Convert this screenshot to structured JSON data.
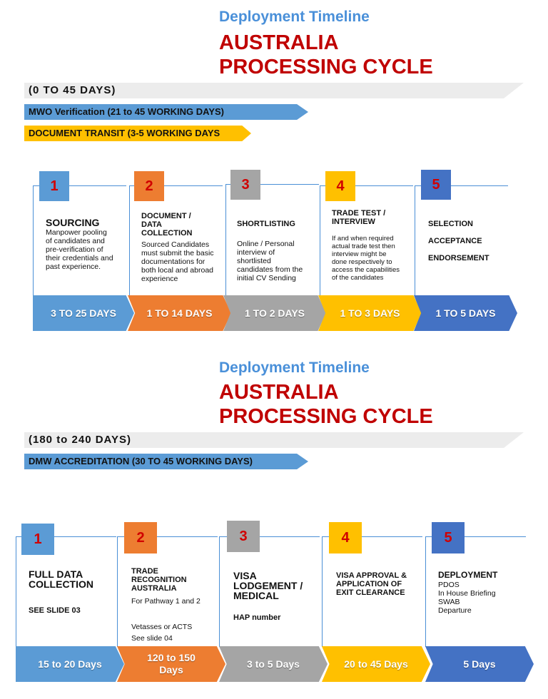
{
  "colors": {
    "blue": "#5b9bd5",
    "orange": "#ed7d31",
    "gray": "#a5a5a5",
    "yellow": "#ffc000",
    "darkblue": "#4472c4",
    "title_blue": "#4a90d9",
    "title_red": "#c00000"
  },
  "top": {
    "kicker": "Deployment Timeline",
    "title_line1": "AUSTRALIA",
    "title_line2": "PROCESSING CYCLE",
    "range": "(0 TO 45 DAYS)",
    "bar1": "MWO Verification (21 to 45 WORKING DAYS)",
    "bar2": "DOCUMENT TRANSIT (3-5 WORKING DAYS",
    "steps": [
      {
        "num": "1",
        "title": "SOURCING",
        "desc": "Manpower pooling of candidates and pre-verification of their credentials and past experience.",
        "days": "3 TO 25 DAYS"
      },
      {
        "num": "2",
        "title": "DOCUMENT / DATA COLLECTION",
        "desc": "Sourced Candidates must submit the basic documentations for both local and abroad experience",
        "days": "1 TO 14 DAYS"
      },
      {
        "num": "3",
        "title": "SHORTLISTING",
        "desc": "Online / Personal interview of shortlisted candidates from the initial CV Sending",
        "days": "1 TO 2 DAYS"
      },
      {
        "num": "4",
        "title": "TRADE TEST / INTERVIEW",
        "desc": "If and when required actual trade test then interview might be done respectively to access the capabilities of the candidates",
        "days": "1 TO 3 DAYS"
      },
      {
        "num": "5",
        "title1": "SELECTION",
        "title2": "ACCEPTANCE",
        "title3": "ENDORSEMENT",
        "days": "1 TO 5 DAYS"
      }
    ]
  },
  "bottom": {
    "kicker": "Deployment Timeline",
    "title_line1": "AUSTRALIA",
    "title_line2": "PROCESSING CYCLE",
    "range": "(180 to 240 DAYS)",
    "bar1": "DMW ACCREDITATION (30 TO 45 WORKING DAYS)",
    "steps": [
      {
        "num": "1",
        "title": "FULL DATA COLLECTION",
        "desc": "SEE SLIDE 03",
        "days": "15 to 20 Days"
      },
      {
        "num": "2",
        "title": "TRADE RECOGNITION AUSTRALIA",
        "desc1": "For Pathway 1 and 2",
        "desc2": "Vetasses or ACTS",
        "desc3": "See slide 04",
        "days": "120 to 150 Days"
      },
      {
        "num": "3",
        "title": "VISA LODGEMENT / MEDICAL",
        "desc": "HAP number",
        "days": "3 to 5 Days"
      },
      {
        "num": "4",
        "title": "VISA APPROVAL & APPLICATION OF EXIT CLEARANCE",
        "days": "20 to 45 Days"
      },
      {
        "num": "5",
        "title": "DEPLOYMENT",
        "desc": "PDOS\nIn House Briefing\nSWAB\nDeparture",
        "days": "5 Days"
      }
    ]
  }
}
